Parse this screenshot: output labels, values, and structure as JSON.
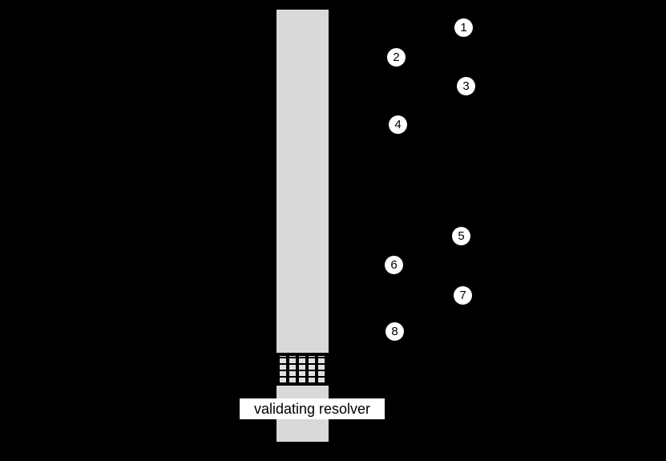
{
  "diagram": {
    "label": "validating resolver",
    "background_color": "#000000",
    "bar_color": "#d9d9d9",
    "marker_fill": "#ffffff",
    "marker_text_color": "#000000",
    "grid_square_color": "#e0e0e0"
  },
  "markers": [
    {
      "label": "1"
    },
    {
      "label": "2"
    },
    {
      "label": "3"
    },
    {
      "label": "4"
    },
    {
      "label": "5"
    },
    {
      "label": "6"
    },
    {
      "label": "7"
    },
    {
      "label": "8"
    }
  ]
}
